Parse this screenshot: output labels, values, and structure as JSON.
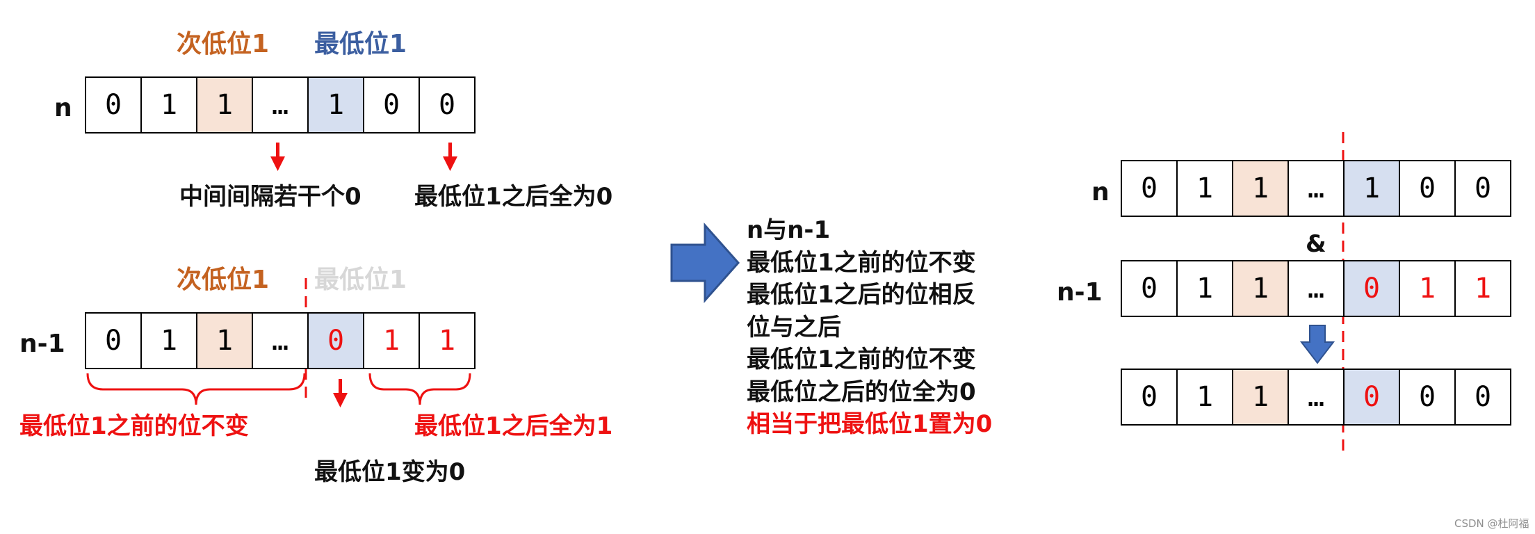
{
  "top": {
    "label_second_lowest": "次低位1",
    "label_lowest": "最低位1",
    "var": "n",
    "cells": [
      "0",
      "1",
      "1",
      "…",
      "1",
      "0",
      "0"
    ],
    "note_between": "中间间隔若干个0",
    "note_after": "最低位1之后全为0"
  },
  "bottom": {
    "label_second_lowest": "次低位1",
    "label_lowest_faded": "最低位1",
    "var": "n-1",
    "cells": [
      "0",
      "1",
      "1",
      "…",
      "0",
      "1",
      "1"
    ],
    "note_before": "最低位1之前的位不变",
    "note_changed": "最低位1变为0",
    "note_after": "最低位1之后全为1"
  },
  "explanation": {
    "lines": [
      "n与n-1",
      "最低位1之前的位不变",
      "最低位1之后的位相反",
      "位与之后",
      "最低位1之前的位不变",
      "最低位之后的位全为0"
    ],
    "conclusion": "相当于把最低位1置为0"
  },
  "right": {
    "var_n": "n",
    "cells_n": [
      "0",
      "1",
      "1",
      "…",
      "1",
      "0",
      "0"
    ],
    "and_symbol": "&",
    "var_n_minus_1": "n-1",
    "cells_n_minus_1": [
      "0",
      "1",
      "1",
      "…",
      "0",
      "1",
      "1"
    ],
    "cells_result": [
      "0",
      "1",
      "1",
      "…",
      "0",
      "0",
      "0"
    ]
  },
  "credit": "CSDN @杜阿福",
  "colors": {
    "orange_label": "#c46220",
    "blue_label": "#3b5ea0",
    "red": "#ee1111",
    "orange_cell": "#f8e3d6",
    "blue_cell": "#d6dff0",
    "big_arrow": "#4472c4"
  }
}
